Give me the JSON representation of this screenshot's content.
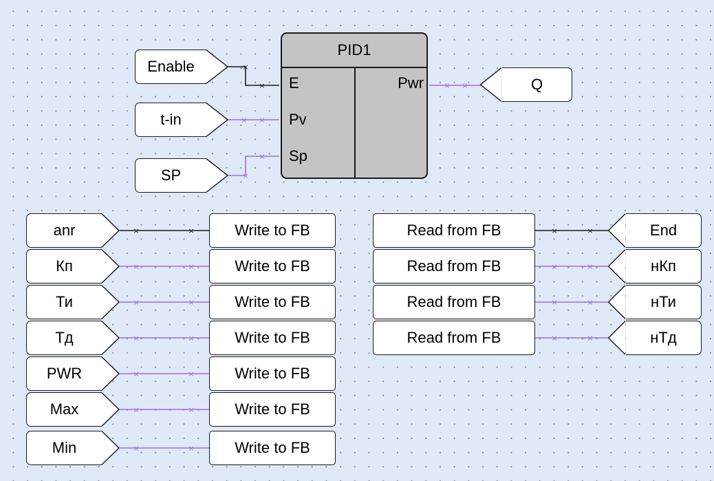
{
  "wire_colors": {
    "purple": "#9b6fe6",
    "black": "#1a1a1a"
  },
  "pid_block": {
    "title": "PID1",
    "inputs": [
      "E",
      "Pv",
      "Sp"
    ],
    "outputs": [
      "Pwr"
    ]
  },
  "pid_inputs": [
    {
      "label": "Enable",
      "wire": "black"
    },
    {
      "label": "t-in",
      "wire": "purple"
    },
    {
      "label": "SP",
      "wire": "purple"
    }
  ],
  "pid_output": {
    "label": "Q",
    "wire": "purple"
  },
  "write_rows": [
    {
      "variable": "anr",
      "block": "Write to FB",
      "wire": "black"
    },
    {
      "variable": "Кп",
      "block": "Write to FB",
      "wire": "purple"
    },
    {
      "variable": "Ти",
      "block": "Write to FB",
      "wire": "purple"
    },
    {
      "variable": "Тд",
      "block": "Write to FB",
      "wire": "purple"
    },
    {
      "variable": "PWR",
      "block": "Write to FB",
      "wire": "purple"
    },
    {
      "variable": "Max",
      "block": "Write to FB",
      "wire": "purple"
    },
    {
      "variable": "Min",
      "block": "Write to FB",
      "wire": "purple"
    }
  ],
  "read_rows": [
    {
      "block": "Read from FB",
      "variable": "End",
      "wire": "black"
    },
    {
      "block": "Read from FB",
      "variable": "нКп",
      "wire": "purple"
    },
    {
      "block": "Read from FB",
      "variable": "нТи",
      "wire": "purple"
    },
    {
      "block": "Read from FB",
      "variable": "нТд",
      "wire": "purple"
    }
  ]
}
